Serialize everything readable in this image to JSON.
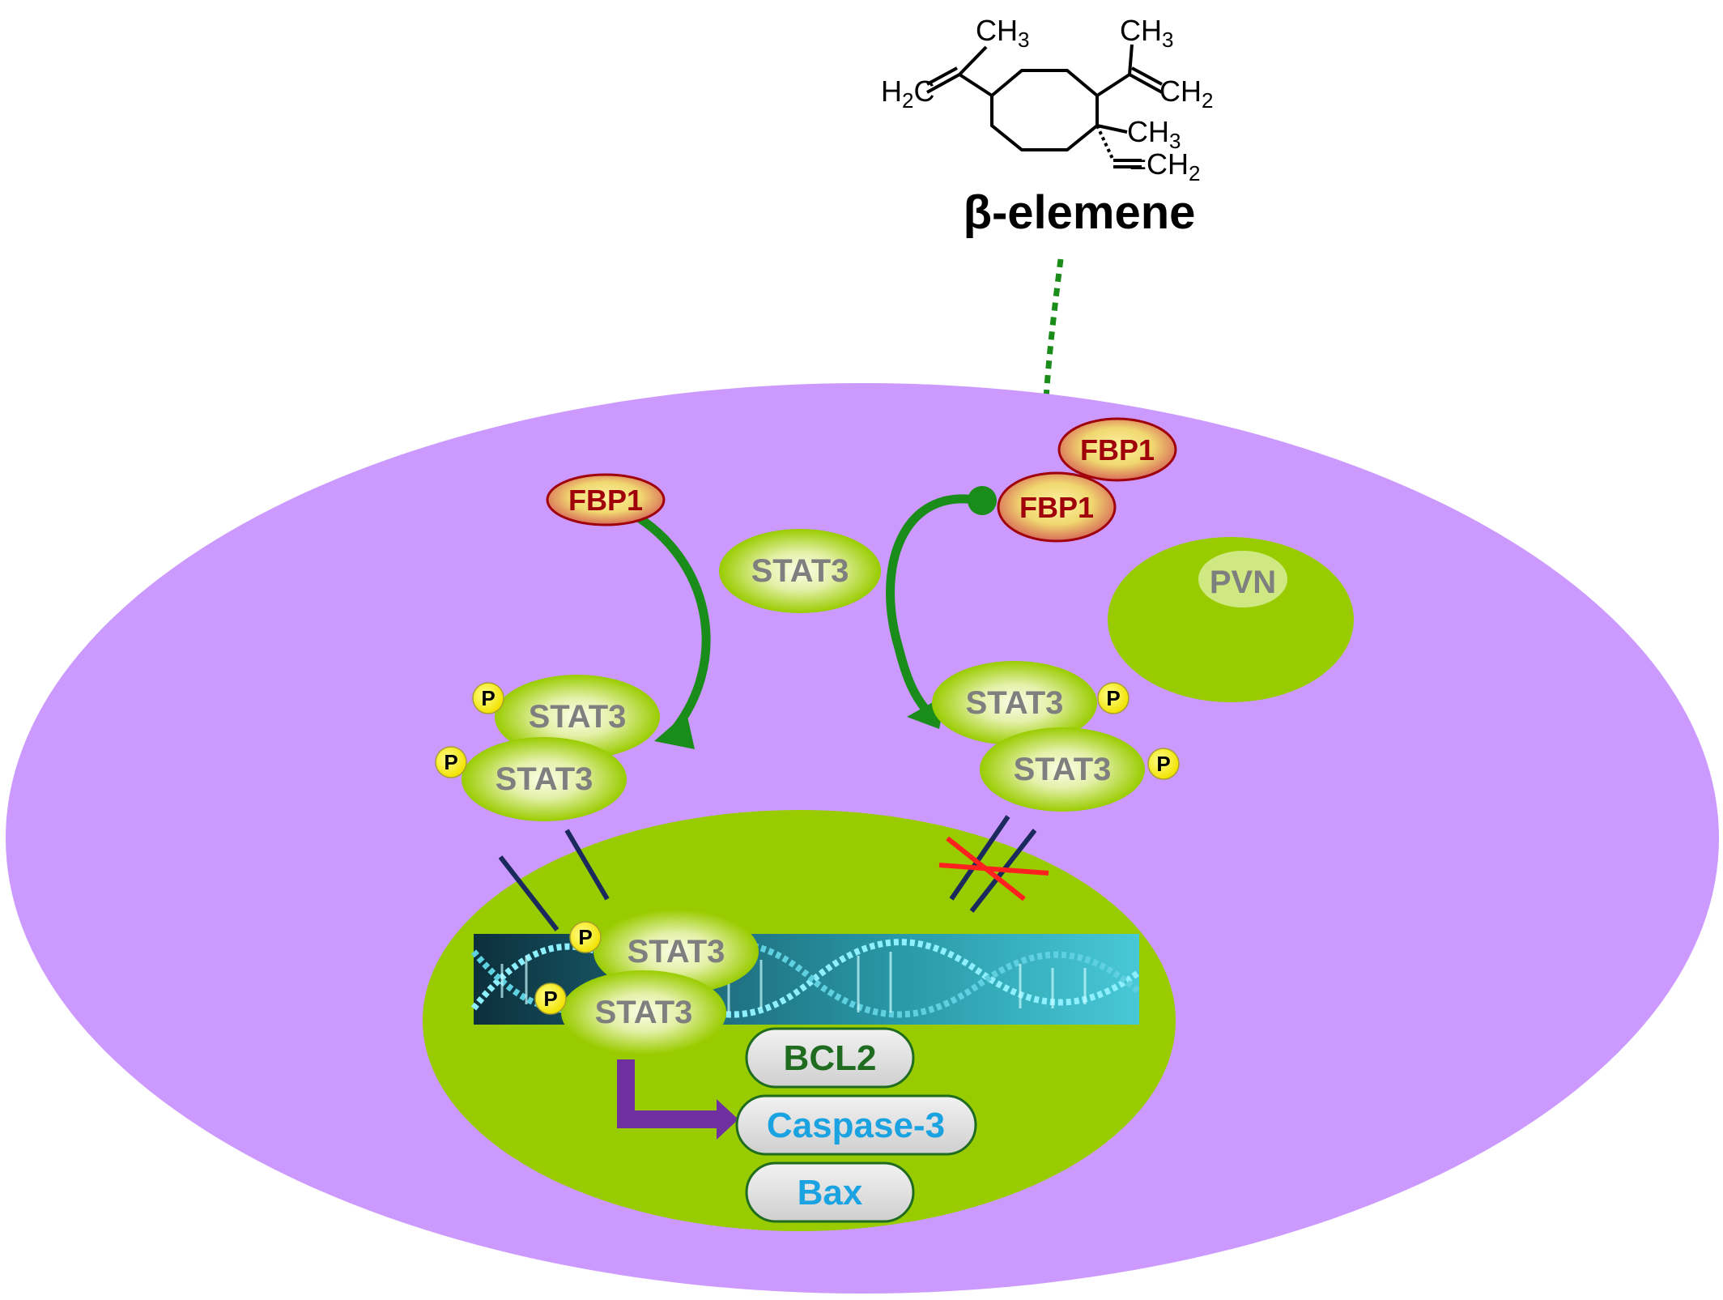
{
  "compound": {
    "name": "β-elemene",
    "groups": {
      "ch3_a": "CH",
      "ch3_a_sub": "3",
      "ch3_b": "CH",
      "ch3_b_sub": "3",
      "h2c_h": "H",
      "h2c_sub": "2",
      "h2c_c": "C",
      "ch2_a": "CH",
      "ch2_a_sub": "2",
      "ch3_c": "CH",
      "ch3_c_sub": "3",
      "ch2_b": "=CH",
      "ch2_b_sub": "2"
    }
  },
  "cell": {
    "fbp1_left": "FBP1",
    "fbp1_right_top": "FBP1",
    "fbp1_right_bottom": "FBP1",
    "stat3_free": "STAT3",
    "pvn": "PVN",
    "left_dimer": {
      "top": "STAT3",
      "bottom": "STAT3"
    },
    "right_dimer": {
      "top": "STAT3",
      "bottom": "STAT3"
    },
    "phospho": "P"
  },
  "nucleus": {
    "dimer": {
      "top": "STAT3",
      "bottom": "STAT3"
    },
    "genes": [
      "BCL2",
      "Caspase-3",
      "Bax"
    ]
  },
  "colors": {
    "cell": "#cc99ff",
    "nucleus": "#99cc00",
    "arrow": "#1a8c1a",
    "fbp_text": "#a0000a",
    "bcl2_text": "#1f6b1f",
    "caspase_text": "#1aa3e0",
    "bax_text": "#1aa3e0",
    "purple_arrow": "#7030a0",
    "block_line": "#1a2a5c",
    "cross": "#ff2020"
  }
}
